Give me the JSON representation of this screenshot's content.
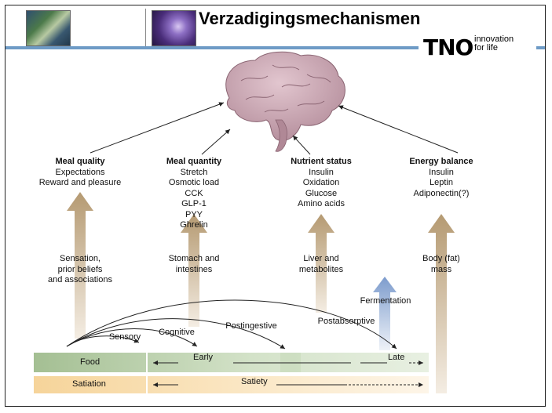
{
  "header": {
    "title": "Verzadigingsmechanismen",
    "logo_text": "TNO",
    "logo_tagline_1": "innovation",
    "logo_tagline_2": "for life"
  },
  "columns": [
    {
      "heading": "Meal quality",
      "items": [
        "Expectations",
        "Reward and pleasure"
      ],
      "source": [
        "Sensation,",
        "prior beliefs",
        "and associations"
      ]
    },
    {
      "heading": "Meal quantity",
      "items": [
        "Stretch",
        "Osmotic load",
        "CCK",
        "GLP-1",
        "PYY",
        "Ghrelin"
      ],
      "source": [
        "Stomach and",
        "intestines"
      ]
    },
    {
      "heading": "Nutrient status",
      "items": [
        "Insulin",
        "Oxidation",
        "Glucose",
        "Amino acids"
      ],
      "source": [
        "Liver and",
        "metabolites"
      ]
    },
    {
      "heading": "Energy balance",
      "items": [
        "Insulin",
        "Leptin",
        "Adiponectin(?)"
      ],
      "source": [
        "Body (fat)",
        "mass"
      ]
    }
  ],
  "fermentation": "Fermentation",
  "phases": {
    "sensory": "Sensory",
    "cognitive": "Cognitive",
    "postingestive": "Postingestive",
    "postabsorptive": "Postabsorptive"
  },
  "bands": {
    "food": "Food",
    "early": "Early",
    "late": "Late",
    "satiation": "Satiation",
    "satiety": "Satiety"
  },
  "colors": {
    "tno_blue": "#6e9bc6",
    "arrow_tan": "#c8b08c",
    "arrow_blue": "#9ab4d6",
    "band_green": "#a9c39a",
    "band_orange": "#f6d9a4",
    "brain": "#c9a6b2"
  }
}
